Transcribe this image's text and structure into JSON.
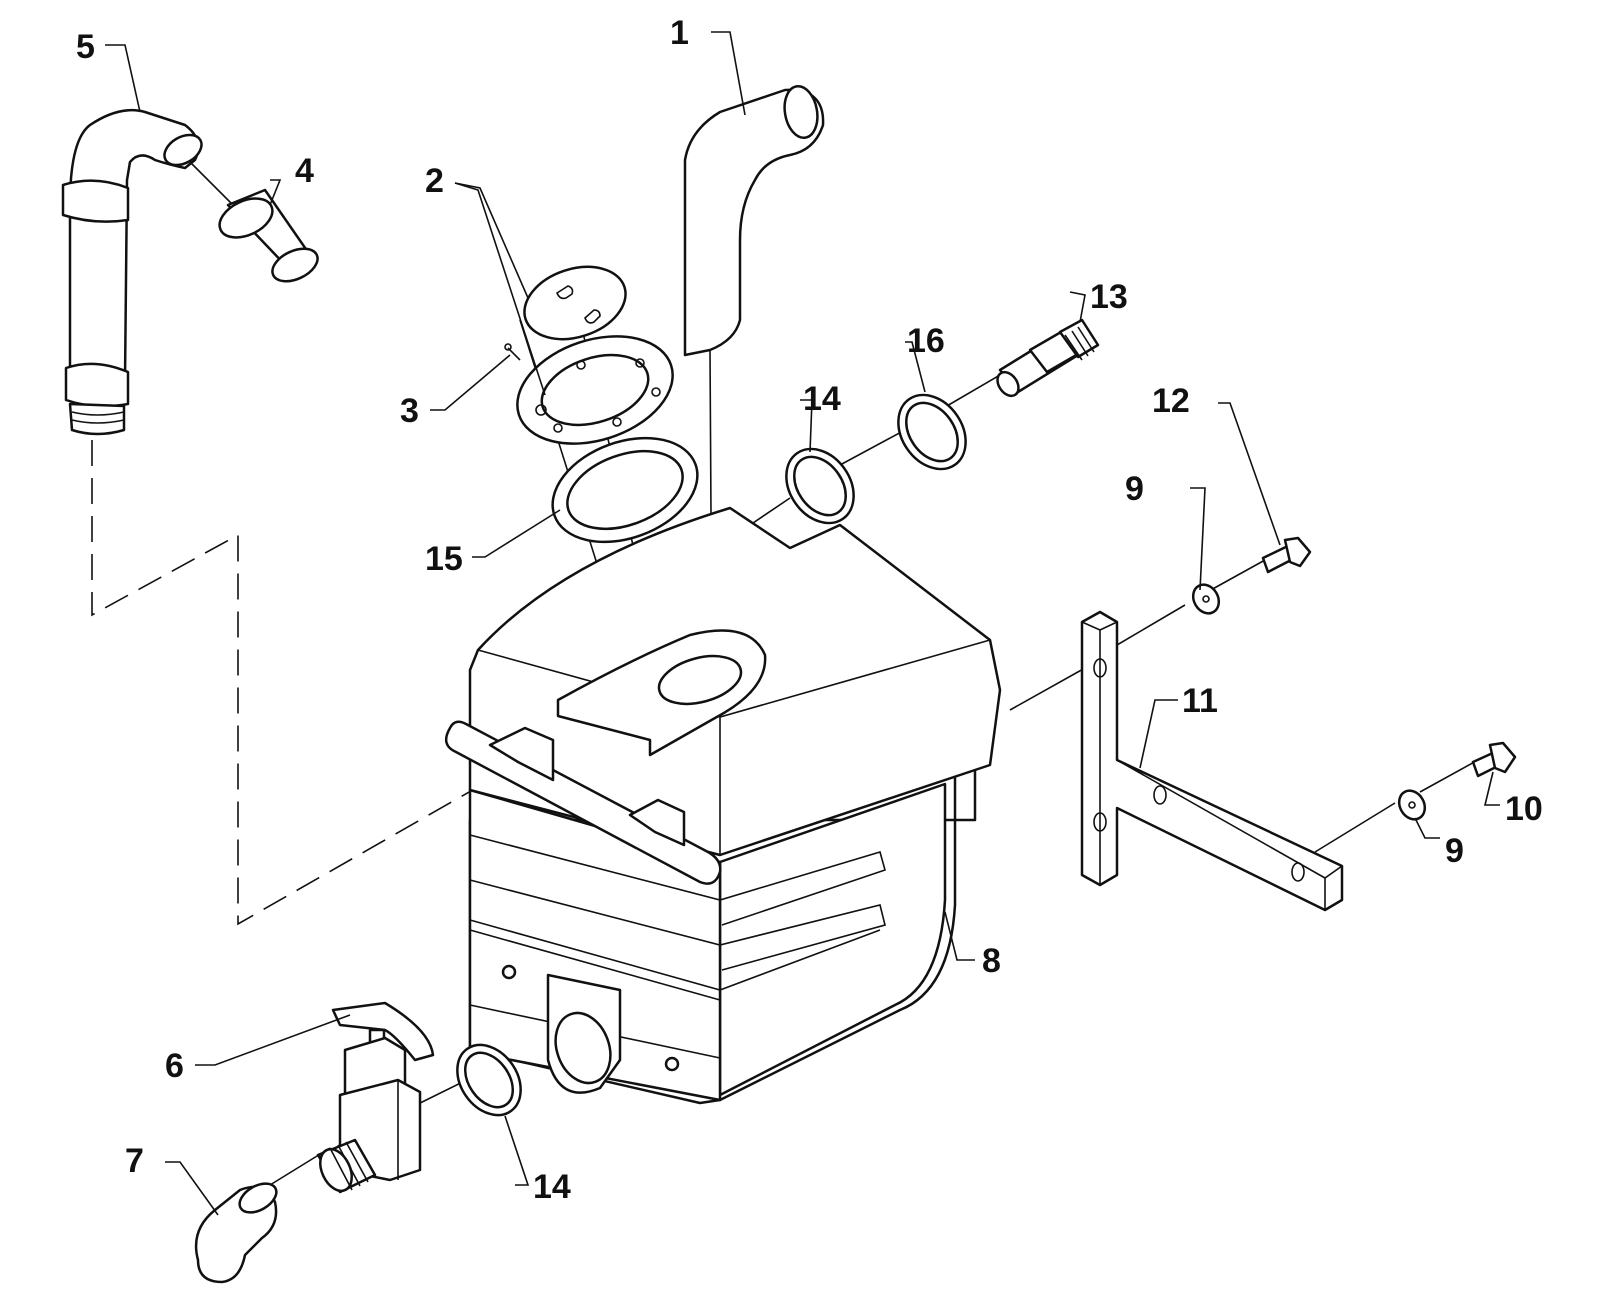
{
  "diagram": {
    "callouts": [
      {
        "id": "c1",
        "label": "1"
      },
      {
        "id": "c2",
        "label": "2"
      },
      {
        "id": "c3",
        "label": "3"
      },
      {
        "id": "c4",
        "label": "4"
      },
      {
        "id": "c5",
        "label": "5"
      },
      {
        "id": "c6",
        "label": "6"
      },
      {
        "id": "c7",
        "label": "7"
      },
      {
        "id": "c8",
        "label": "8"
      },
      {
        "id": "c9a",
        "label": "9"
      },
      {
        "id": "c9b",
        "label": "9"
      },
      {
        "id": "c10",
        "label": "10"
      },
      {
        "id": "c11",
        "label": "11"
      },
      {
        "id": "c12",
        "label": "12"
      },
      {
        "id": "c13",
        "label": "13"
      },
      {
        "id": "c14a",
        "label": "14"
      },
      {
        "id": "c14b",
        "label": "14"
      },
      {
        "id": "c15",
        "label": "15"
      },
      {
        "id": "c16",
        "label": "16"
      }
    ],
    "colors": {
      "ink": "#111111",
      "background": "#ffffff"
    }
  }
}
